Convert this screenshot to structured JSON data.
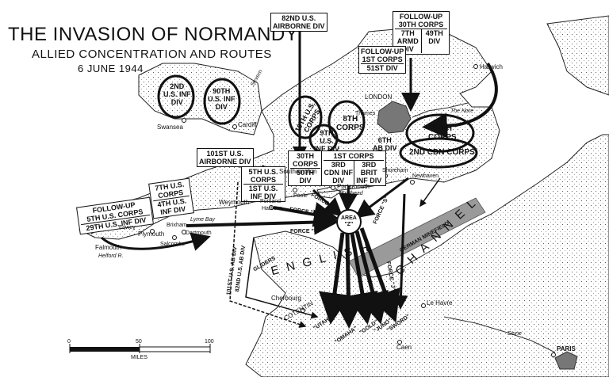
{
  "title": {
    "main": "THE INVASION OF NORMANDY",
    "sub": "ALLIED CONCENTRATION AND ROUTES",
    "date": "6 JUNE 1944"
  },
  "boxes": {
    "airborne82": [
      "82ND U.S.",
      "AIRBORNE DIV"
    ],
    "followup30": [
      "FOLLOW-UP",
      "30TH CORPS",
      "7TH ARMD DIV",
      "49TH DIV"
    ],
    "followup1": [
      "FOLLOW-UP",
      "1ST CORPS",
      "51ST DIV"
    ],
    "airborne101": [
      "101ST U.S.",
      "AIRBORNE DIV"
    ],
    "corps30": [
      "30TH CORPS",
      "50TH DIV"
    ],
    "corps1": [
      "1ST CORPS",
      "3RD CDN INF DIV",
      "3RD BRIT INF DIV"
    ],
    "ab6": [
      "6TH",
      "AB DIV"
    ],
    "corps5": [
      "5TH U.S. CORPS",
      "1ST U.S. INF DIV"
    ],
    "followup5": [
      "FOLLOW-UP",
      "5TH U.S. CORPS",
      "29TH U.S. INF DIV"
    ],
    "corps7": [
      "7TH U.S. CORPS",
      "4TH U.S. INF DIV"
    ]
  },
  "units": {
    "inf2": [
      "2ND",
      "U.S. INF",
      "DIV"
    ],
    "inf90": [
      "90TH",
      "U.S. INF",
      "DIV"
    ],
    "corps19": [
      "19TH U.S.",
      "CORPS"
    ],
    "inf9": [
      "9TH",
      "U.S.",
      "INF DIV"
    ],
    "corps8": [
      "8TH",
      "CORPS"
    ],
    "corps12": [
      "12TH",
      "CORPS"
    ],
    "cdn2": "2ND CDN CORPS"
  },
  "places": {
    "swansea": "Swansea",
    "cardiff": "Cardiff",
    "severn": "Severn",
    "london": "LONDON",
    "thames": "Thames",
    "the_nore": "The Nore",
    "harwich": "Harwich",
    "southampton": "Southampton",
    "poole": "Poole",
    "portland": "Portland",
    "harbour": "Harbour",
    "weymouth": "Weymouth",
    "portsmouth": "Portsmouth",
    "spithead": "Spithead",
    "shoreham": "Shoreham",
    "newhaven": "Newhaven",
    "fowey": "Fowey",
    "plymouth": "Plymouth",
    "brixham": "Brixham",
    "dartmouth": "Dartmouth",
    "lyme_bay": "Lyme Bay",
    "salcombe": "Salcombe",
    "falmouth": "Falmouth",
    "helford": "Helford R.",
    "cherbourg": "Cherbourg",
    "cotentin": "COTENTIN",
    "le_havre": "Le Havre",
    "caen": "Caen",
    "paris": "PARIS",
    "seine": "Seine"
  },
  "beaches": {
    "utah": "\"UTAH\"",
    "omaha": "\"OMAHA\"",
    "gold": "\"GOLD\"",
    "juno": "\"JUNO\"",
    "sword": "\"SWORD\""
  },
  "forces": {
    "g": "FORCE \"G\"",
    "o": "FORCE \"O\"",
    "u": "FORCE \"U\"",
    "s": "FORCE \"S\"",
    "j": "FORCE \"J\"",
    "area_z": [
      "AREA",
      "\"Z\""
    ]
  },
  "airborne_routes": [
    "101ST U.S. AB DIV",
    "82ND U.S. AB DIV",
    "GLIDERS"
  ],
  "sea": {
    "english": "ENGLISH",
    "channel": "CHANNEL"
  },
  "minefield": "GERMAN MINEFIELD",
  "scale": {
    "ticks": [
      "0",
      "50",
      "100"
    ],
    "unit": "MILES"
  }
}
